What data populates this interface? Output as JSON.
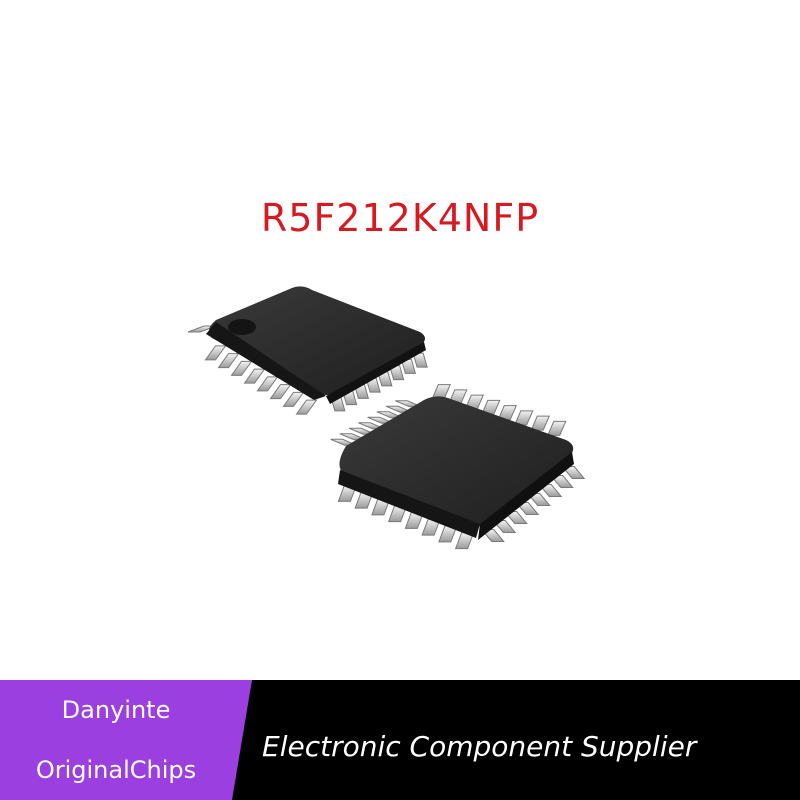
{
  "product": {
    "part_number": "R5F212K4NFP",
    "part_number_color": "#d71920"
  },
  "images": {
    "chip_front_label": "ic-chip-front",
    "chip_back_label": "ic-chip-back"
  },
  "footer": {
    "brand_name": "Danyinte",
    "brand_tag": "OriginalChips",
    "slogan": "Electronic Component Supplier",
    "brand_panel_color": "#9b3fe0",
    "banner_color": "#000000"
  }
}
